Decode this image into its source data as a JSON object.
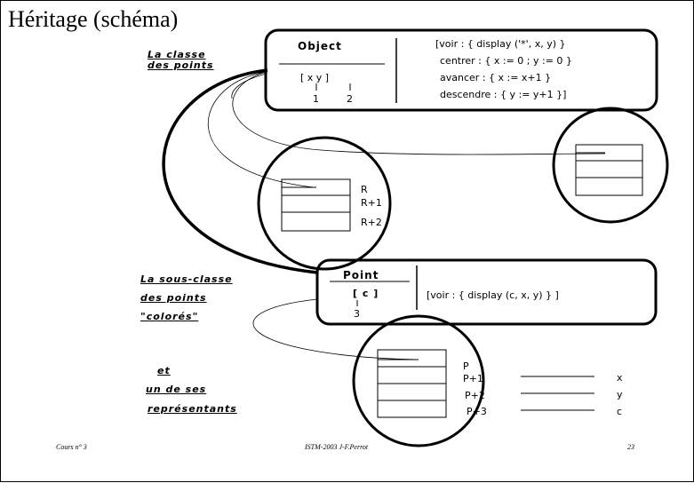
{
  "slide": {
    "title": "Héritage (schéma)",
    "label_classe": [
      "La  classe",
      "des  points"
    ],
    "object_box": {
      "class_name": "Object",
      "fields": "[ x      y  ]",
      "indices": [
        "1",
        "2"
      ],
      "methods": [
        "[voir :  { display ('*', x, y) }",
        "centrer :    { x := 0 ;  y := 0 }",
        "avancer :    { x := x+1  }",
        "descendre : { y := y+1 }]"
      ]
    },
    "instance_labels": [
      "R",
      "R+1",
      "R+2"
    ],
    "label_sous_classe": [
      "La   sous-classe",
      "des   points",
      "\"colorés\""
    ],
    "point_box": {
      "class_name": "Point",
      "fields": "[ c ]",
      "index": "3",
      "methods": "[voir :  { display (c, x, y) } ]"
    },
    "label_representant": [
      "et",
      "un  de  ses",
      "représentants"
    ],
    "instance2_labels": [
      "P",
      "P+1",
      "P+2",
      "P+3"
    ],
    "field_names": [
      "x",
      "y",
      "c"
    ],
    "footer": {
      "left": "Cours n° 3",
      "center": "ISTM-2003  J-F.Perrot",
      "right": "23"
    }
  }
}
